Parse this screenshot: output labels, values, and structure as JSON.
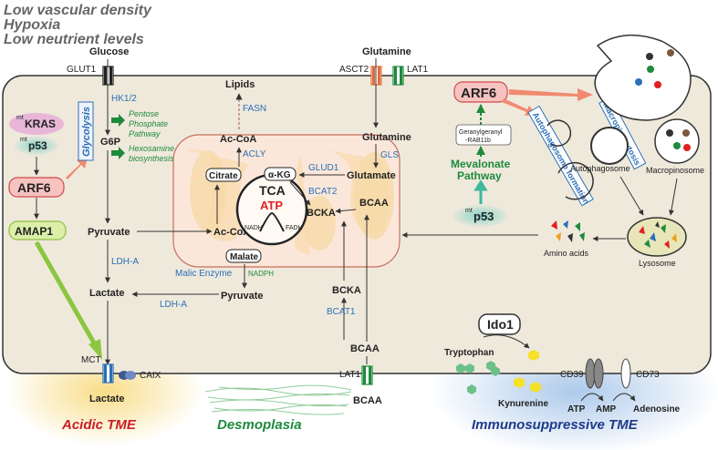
{
  "header": {
    "line1": "Low vascular density",
    "line2": "Hypoxia",
    "line3": "Low neutrient levels"
  },
  "transporters": {
    "glucose_in": "Glucose",
    "glut1": "GLUT1",
    "glutamine_in": "Glutamine",
    "asct2": "ASCT2",
    "lat1_top": "LAT1",
    "lat1_bottom": "LAT1",
    "bcaa_out": "BCAA",
    "mct": "MCT",
    "caix": "CAIX",
    "lactate_out": "Lactate"
  },
  "left_panel": {
    "mtkras_sup": "mt",
    "mtkras": "KRAS",
    "mtp53_sup": "mt",
    "mtp53": "p53",
    "arf6": "ARF6",
    "amap1": "AMAP1",
    "glycolysis": "Glycolysis"
  },
  "glycolysis": {
    "hk": "HK1/2",
    "g6p": "G6P",
    "ppp": [
      "Pentose",
      "Phosphate",
      "Pathway"
    ],
    "hexosamine": [
      "Hexosamine",
      "biosynthesis"
    ],
    "pyruvate": "Pyruvate",
    "ldha1": "LDH-A",
    "lactate": "Lactate",
    "ldha2": "LDH-A"
  },
  "lipids": {
    "lipids": "Lipids",
    "fasn": "FASN",
    "acoa": "Ac-CoA",
    "acly": "ACLY"
  },
  "mito": {
    "akg": "α-KG",
    "tca": "TCA",
    "atp": "ATP",
    "nadh": "NADH",
    "fadh": "FADH",
    "citrate": "Citrate",
    "acoa": "Ac-CoA",
    "malate": "Malate",
    "glud1": "GLUD1",
    "glutamate": "Glutamate",
    "bcat2": "BCAT2",
    "bcka": "BCKA",
    "bcaa": "BCAA",
    "malic": "Malic Enzyme",
    "nadph": "NADPH",
    "pyruvate": "Pyruvate"
  },
  "glutamine": {
    "glutamine": "Glutamine",
    "gls": "GLS",
    "bcka": "BCKA",
    "bcat1": "BCAT1",
    "bcaa": "BCAA"
  },
  "right_panel": {
    "arf6": "ARF6",
    "geranyl1": "Geranylgeranyl",
    "geranyl2": "-RAB11b",
    "mevalonate1": "Mevalonate",
    "mevalonate2": "Pathway",
    "mtp53_sup": "mt",
    "mtp53": "p53",
    "autophagosome_formation": "Autophagosome formation",
    "macropinocytosis": "Macropinocytosis",
    "macropinosome": "Macropinosome",
    "autophagosome": "Autophagosome",
    "lysosome": "Lysosome",
    "amino_acids": "Amino acids"
  },
  "immune": {
    "ido1": "Ido1",
    "tryptophan": "Tryptophan",
    "kynurenine": "Kynurenine",
    "cd39": "CD39",
    "cd73": "CD73",
    "atp": "ATP",
    "amp": "AMP",
    "adenosine": "Adenosine"
  },
  "tme": {
    "acidic": "Acidic TME",
    "desmoplasia": "Desmoplasia",
    "immuno": "Immunosuppressive TME"
  }
}
